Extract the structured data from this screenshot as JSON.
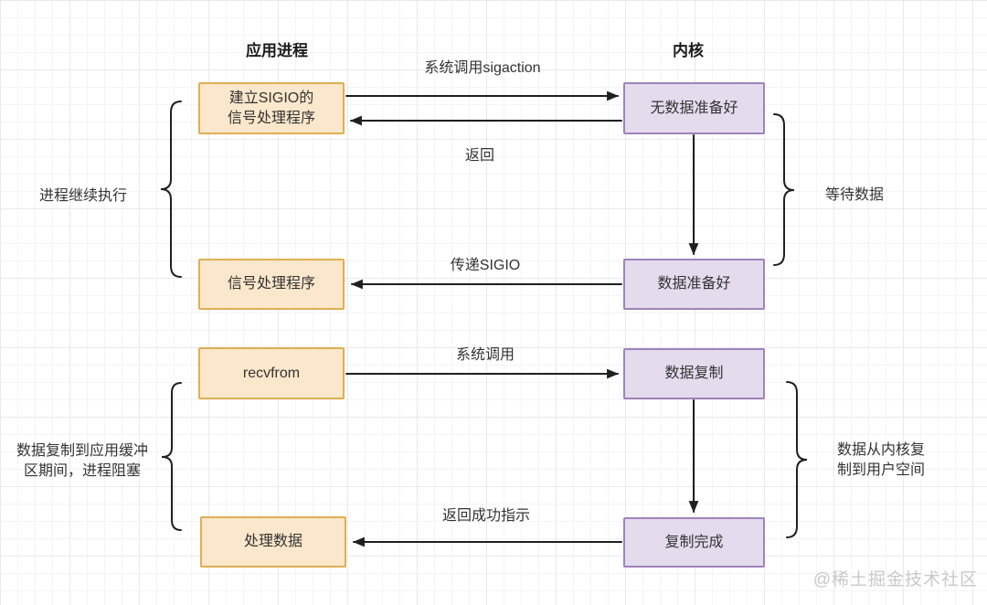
{
  "headers": {
    "app": "应用进程",
    "kernel": "内核"
  },
  "app_boxes": [
    {
      "label": "建立SIGIO的\n信号处理程序"
    },
    {
      "label": "信号处理程序"
    },
    {
      "label": "recvfrom"
    },
    {
      "label": "处理数据"
    }
  ],
  "kernel_boxes": [
    {
      "label": "无数据准备好"
    },
    {
      "label": "数据准备好"
    },
    {
      "label": "数据复制"
    },
    {
      "label": "复制完成"
    }
  ],
  "arrow_labels": {
    "sigaction": "系统调用sigaction",
    "return": "返回",
    "deliver_sigio": "传递SIGIO",
    "syscall": "系统调用",
    "return_success": "返回成功指示"
  },
  "side_labels": {
    "process_continues": "进程继续执行",
    "wait_for_data": "等待数据",
    "copy_blocking": "数据复制到应用缓冲\n区期间，进程阻塞",
    "kernel_to_user": "数据从内核复\n制到用户空间"
  },
  "watermark": "@稀土掘金技术社区",
  "colors": {
    "app_box_fill": "#FBE7CB",
    "app_box_border": "#DFAE54",
    "kernel_box_fill": "#E4DBED",
    "kernel_box_border": "#9F83BC",
    "line": "#1F1F1F",
    "text": "#333333",
    "watermark": "#C9C9C9"
  }
}
